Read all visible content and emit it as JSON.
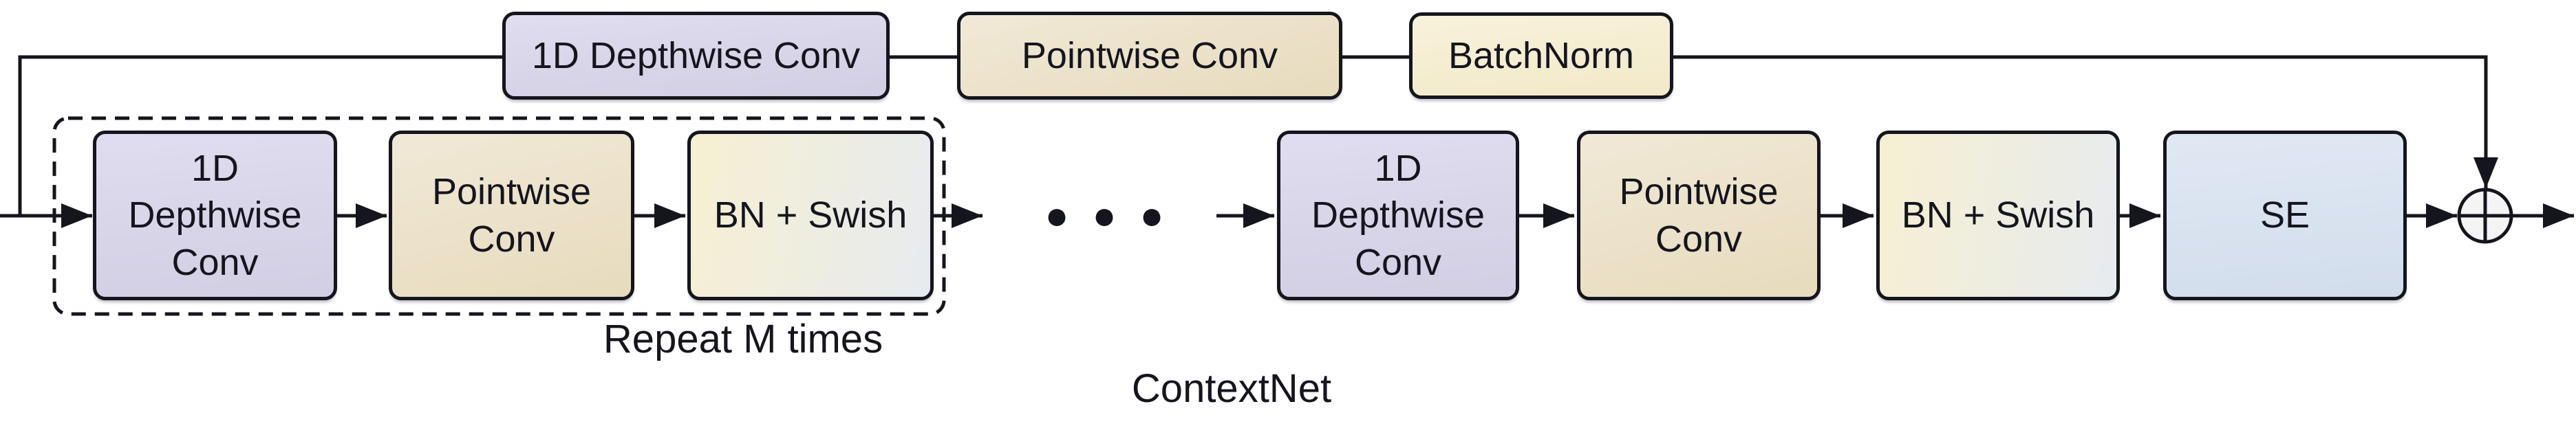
{
  "colors": {
    "ink": "#15151e",
    "wire": "#15151e",
    "canvas_bg": "#ffffff",
    "lavender_hi": "#e0ddf0",
    "lavender_lo": "#d2cee3",
    "tan_hi": "#f1e9d7",
    "tan_lo": "#e7dbbd",
    "cream_hi": "#f8f2db",
    "cream_lo": "#f2e9c9",
    "swish_hi": "#f5efd4",
    "swish_lo": "#e8ebee",
    "blue_hi": "#e0e8f3",
    "blue_lo": "#d2ddec",
    "sum_fill": "#f4f4f4"
  },
  "top_row": {
    "boxes": [
      {
        "label": "1D Depthwise Conv"
      },
      {
        "label": "Pointwise Conv"
      },
      {
        "label": "BatchNorm"
      }
    ]
  },
  "main_row": {
    "boxes": [
      {
        "label": "1D\nDepthwise\nConv"
      },
      {
        "label": "Pointwise\nConv"
      },
      {
        "label": "BN + Swish"
      },
      {
        "label": "1D\nDepthwise\nConv"
      },
      {
        "label": "Pointwise\nConv"
      },
      {
        "label": "BN + Swish"
      },
      {
        "label": "SE"
      }
    ],
    "ellipsis": "●●●"
  },
  "annotations": {
    "repeat_label": "Repeat M times",
    "caption": "ContextNet"
  },
  "symbols": {
    "sum_node": "circled-plus"
  }
}
